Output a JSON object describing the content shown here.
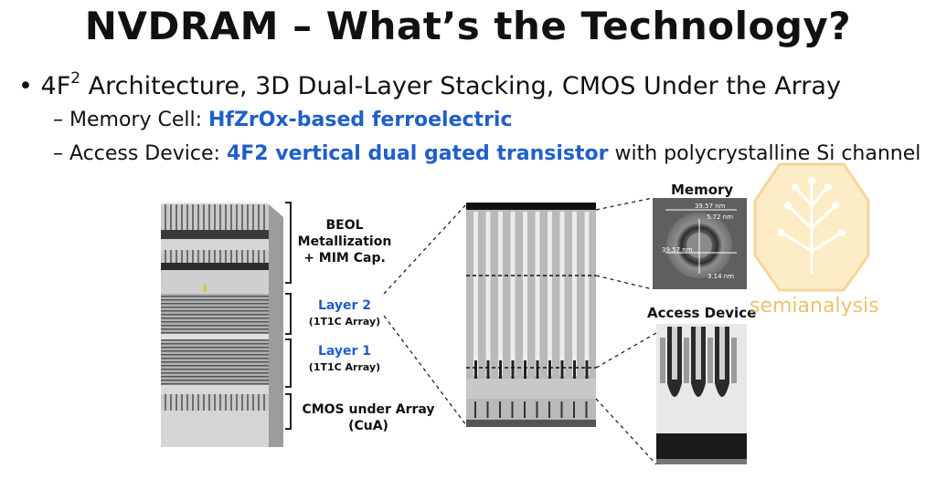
{
  "title": "NVDRAM – What’s the Technology?",
  "bullet": {
    "marker": "•",
    "text_before_sup": "4F",
    "sup": "2",
    "text_after_sup": " Architecture, 3D Dual-Layer Stacking, CMOS Under the Array"
  },
  "sub1": {
    "dash": "–",
    "label": "Memory Cell: ",
    "highlight": "HfZrOx-based ferroelectric"
  },
  "sub2": {
    "dash": "–",
    "label": "Access Device: ",
    "highlight": "4F2 vertical dual gated transistor",
    "tail": " with polycrystalline Si channel"
  },
  "labels": {
    "beol_1": "BEOL",
    "beol_2": "Metallization",
    "beol_3": "+ MIM Cap.",
    "layer2": "Layer 2",
    "layer2_sub": "(1T1C Array)",
    "layer1": "Layer 1",
    "layer1_sub": "(1T1C Array)",
    "cua_1": "CMOS under Array",
    "cua_2": "(CuA)"
  },
  "memory_panel": {
    "header": "Memory",
    "dim_top": "39.57 nm",
    "dim_inner": "5.72 nm",
    "dim_left": "39.57 nm",
    "dim_bottom": "3.14 nm"
  },
  "access_panel": {
    "header": "Access Device"
  },
  "watermark": {
    "part1": "semi",
    "part2": "analysis"
  },
  "colors": {
    "accent_blue": "#1f5fc7",
    "watermark": "#e7b449"
  }
}
